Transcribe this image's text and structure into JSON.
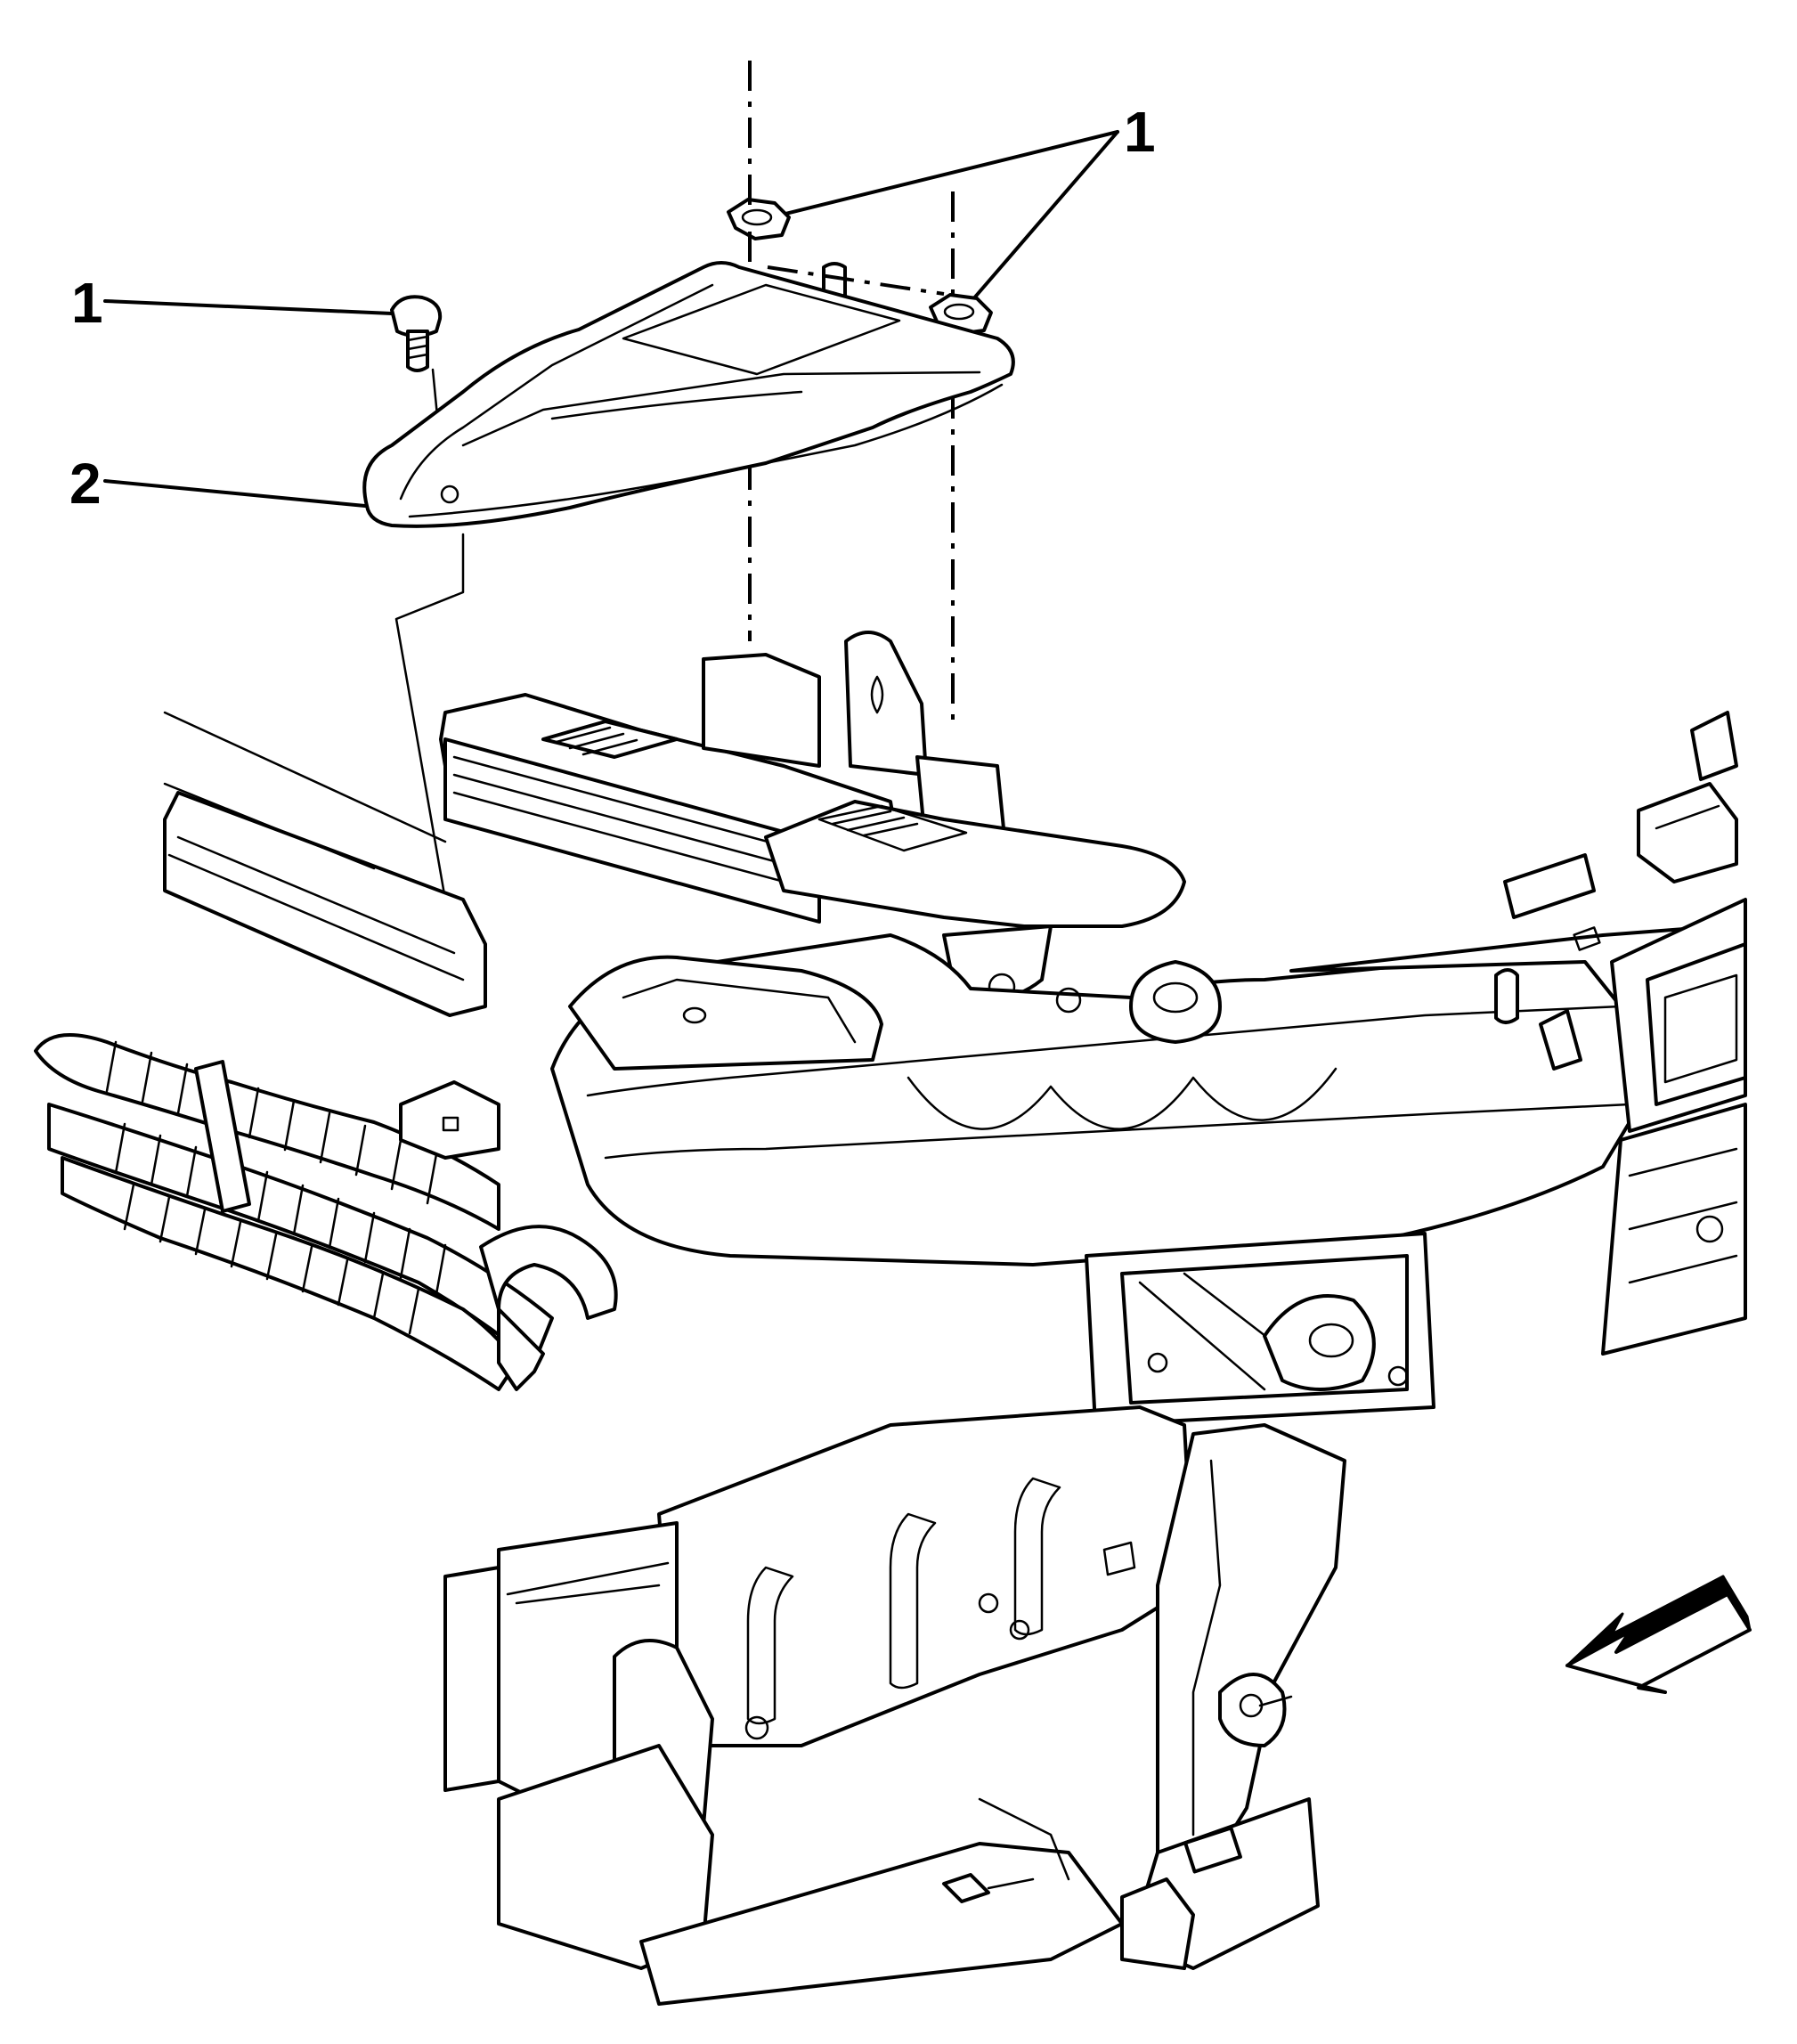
{
  "callouts": [
    {
      "id": "fastener-nut-top",
      "label": "1"
    },
    {
      "id": "fastener-bolt-left",
      "label": "1"
    },
    {
      "id": "cover",
      "label": "2"
    }
  ],
  "icons": {
    "direction_arrow": "front-direction-arrow-icon"
  },
  "colors": {
    "line": "#000000",
    "background": "#ffffff"
  }
}
